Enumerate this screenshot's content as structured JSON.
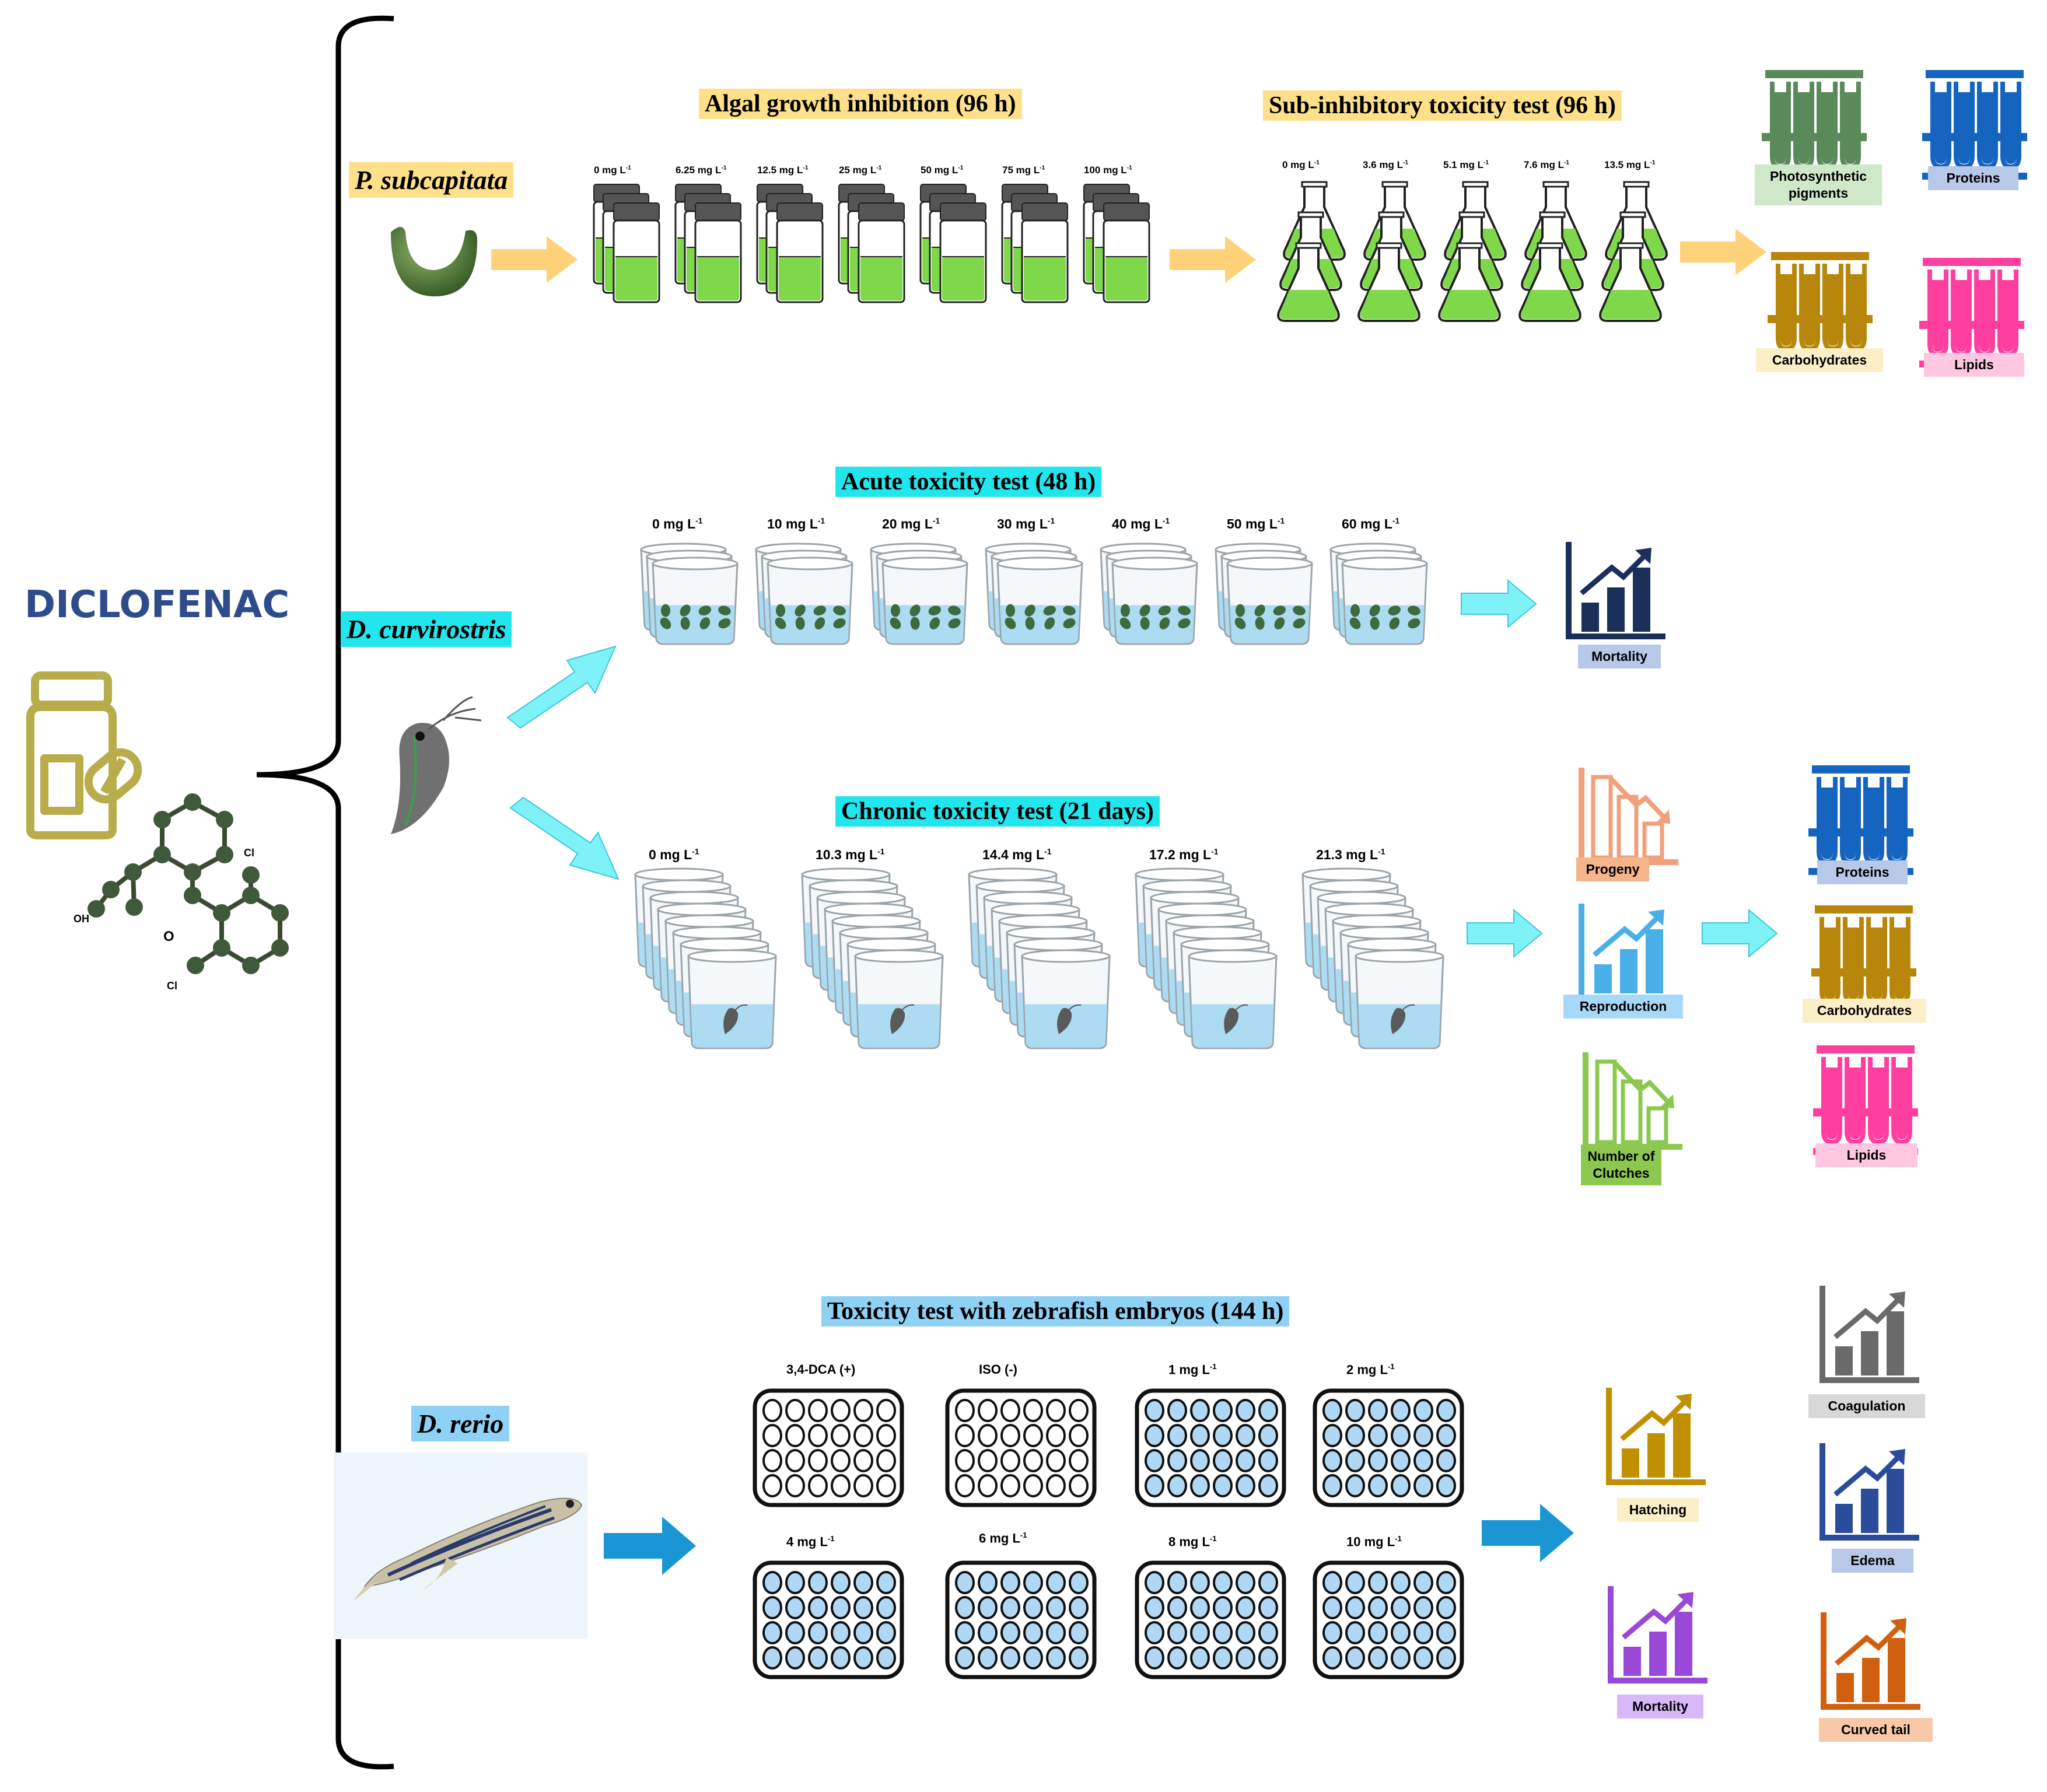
{
  "drug": {
    "name": "DICLOFENAC",
    "structure_labels": {
      "cl_top": "Cl",
      "cl_bottom": "Cl",
      "oh": "OH",
      "o": "O"
    }
  },
  "colors": {
    "algae_bg": "#ffe08a",
    "daphnia_bg": "#22e6ee",
    "zebrafish_bg": "#8fd0f5",
    "arrow_algae": "#ffd27a",
    "arrow_daphnia": "#7ff2f7",
    "arrow_zebrafish": "#1a96d4"
  },
  "algae": {
    "organism": "P. subcapitata",
    "test1": {
      "title": "Algal growth inhibition (96 h)",
      "concentrations": [
        "0 mg L",
        "6.25 mg L",
        "12.5  mg L",
        "25 mg L",
        "50 mg L",
        "75 mg L",
        "100 mg L"
      ]
    },
    "test2": {
      "title": "Sub-inhibitory toxicity test (96 h)",
      "concentrations": [
        "0 mg L",
        "3.6 mg L",
        "5.1 mg L",
        "7.6 mg L",
        "13.5 mg L"
      ]
    },
    "endpoints": [
      "Photosynthetic pigments",
      "Proteins",
      "Carbohydrates",
      "Lipids"
    ]
  },
  "daphnia": {
    "organism": "D. curvirostris",
    "acute": {
      "title": "Acute toxicity test (48 h)",
      "concentrations": [
        "0 mg L",
        "10 mg L",
        "20  mg L",
        "30 mg L",
        "40 mg L",
        "50 mg L",
        "60 mg L"
      ],
      "endpoint": "Mortality"
    },
    "chronic": {
      "title": "Chronic toxicity test  (21 days)",
      "concentrations": [
        "0 mg L",
        "10.3 mg L",
        "14.4 mg L",
        "17.2 mg L",
        "21.3 mg L"
      ],
      "endpoints": [
        "Progeny",
        "Reproduction",
        "Number of Clutches"
      ],
      "biochem": [
        "Proteins",
        "Carbohydrates",
        "Lipids"
      ]
    }
  },
  "zebrafish": {
    "organism": "D. rerio",
    "title": "Toxicity  test with zebrafish embryos (144 h)",
    "plates": [
      "3,4-DCA (+)",
      "ISO (-)",
      "1 mg L",
      "2 mg L",
      "4 mg L",
      "6 mg L",
      "8 mg L",
      "10 mg L"
    ],
    "endpoints": [
      "Hatching",
      "Mortality",
      "Coagulation",
      "Edema",
      "Curved tail"
    ]
  }
}
